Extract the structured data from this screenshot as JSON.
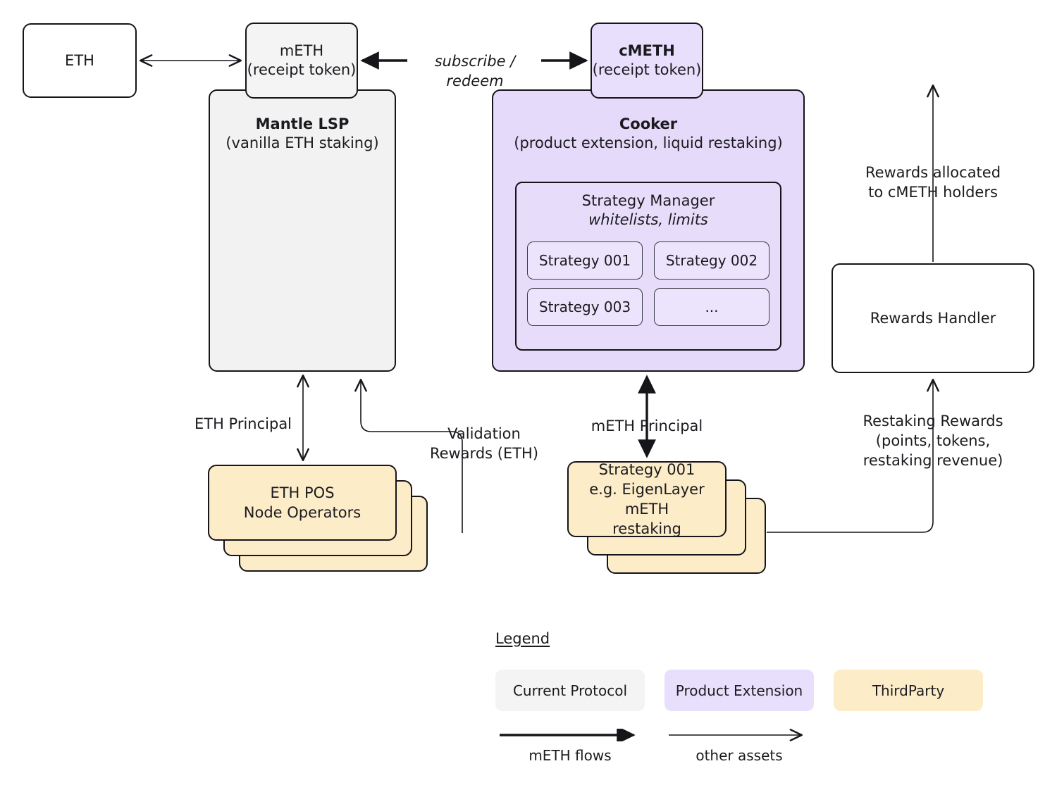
{
  "nodes": {
    "eth": {
      "label": "ETH"
    },
    "meth": {
      "title": "mETH",
      "subtitle": "(receipt token)"
    },
    "cmeth": {
      "title": "cMETH",
      "subtitle": "(receipt token)"
    },
    "mantle_lsp": {
      "title": "Mantle LSP",
      "subtitle": "(vanilla ETH staking)"
    },
    "cooker": {
      "title": "Cooker",
      "subtitle": "(product extension, liquid restaking)"
    },
    "strategy_manager": {
      "title": "Strategy Manager",
      "subtitle": "whitelists, limits",
      "cells": [
        "Strategy 001",
        "Strategy 002",
        "Strategy 003",
        "..."
      ]
    },
    "rewards_handler": {
      "label": "Rewards Handler"
    },
    "node_operators": {
      "line1": "ETH POS",
      "line2": "Node Operators"
    },
    "strategy_card": {
      "line1": "Strategy 001",
      "line2": "e.g. EigenLayer mETH",
      "line3": "restaking"
    }
  },
  "edge_labels": {
    "subscribe_redeem": "subscribe / redeem",
    "eth_principal": "ETH Principal",
    "validation_rewards": "Validation\nRewards (ETH)",
    "meth_principal": "mETH Principal",
    "restaking_rewards": "Restaking Rewards\n(points, tokens,\nrestaking revenue)",
    "rewards_allocated": "Rewards allocated\nto cMETH holders"
  },
  "legend": {
    "title": "Legend",
    "swatches": [
      {
        "label": "Current Protocol",
        "color": "#f4f4f5"
      },
      {
        "label": "Product Extension",
        "color": "#e8dffc"
      },
      {
        "label": "ThirdParty",
        "color": "#fcecc8"
      }
    ],
    "arrows": [
      {
        "caption": "mETH flows",
        "weight": "thick"
      },
      {
        "caption": "other assets",
        "weight": "thin"
      }
    ]
  },
  "colors": {
    "stroke": "#15151a",
    "current_protocol": "#f2f2f3",
    "product_extension": "#e5daf9",
    "third_party": "#fcecc8",
    "strategy_cell": "#ece4fd"
  }
}
